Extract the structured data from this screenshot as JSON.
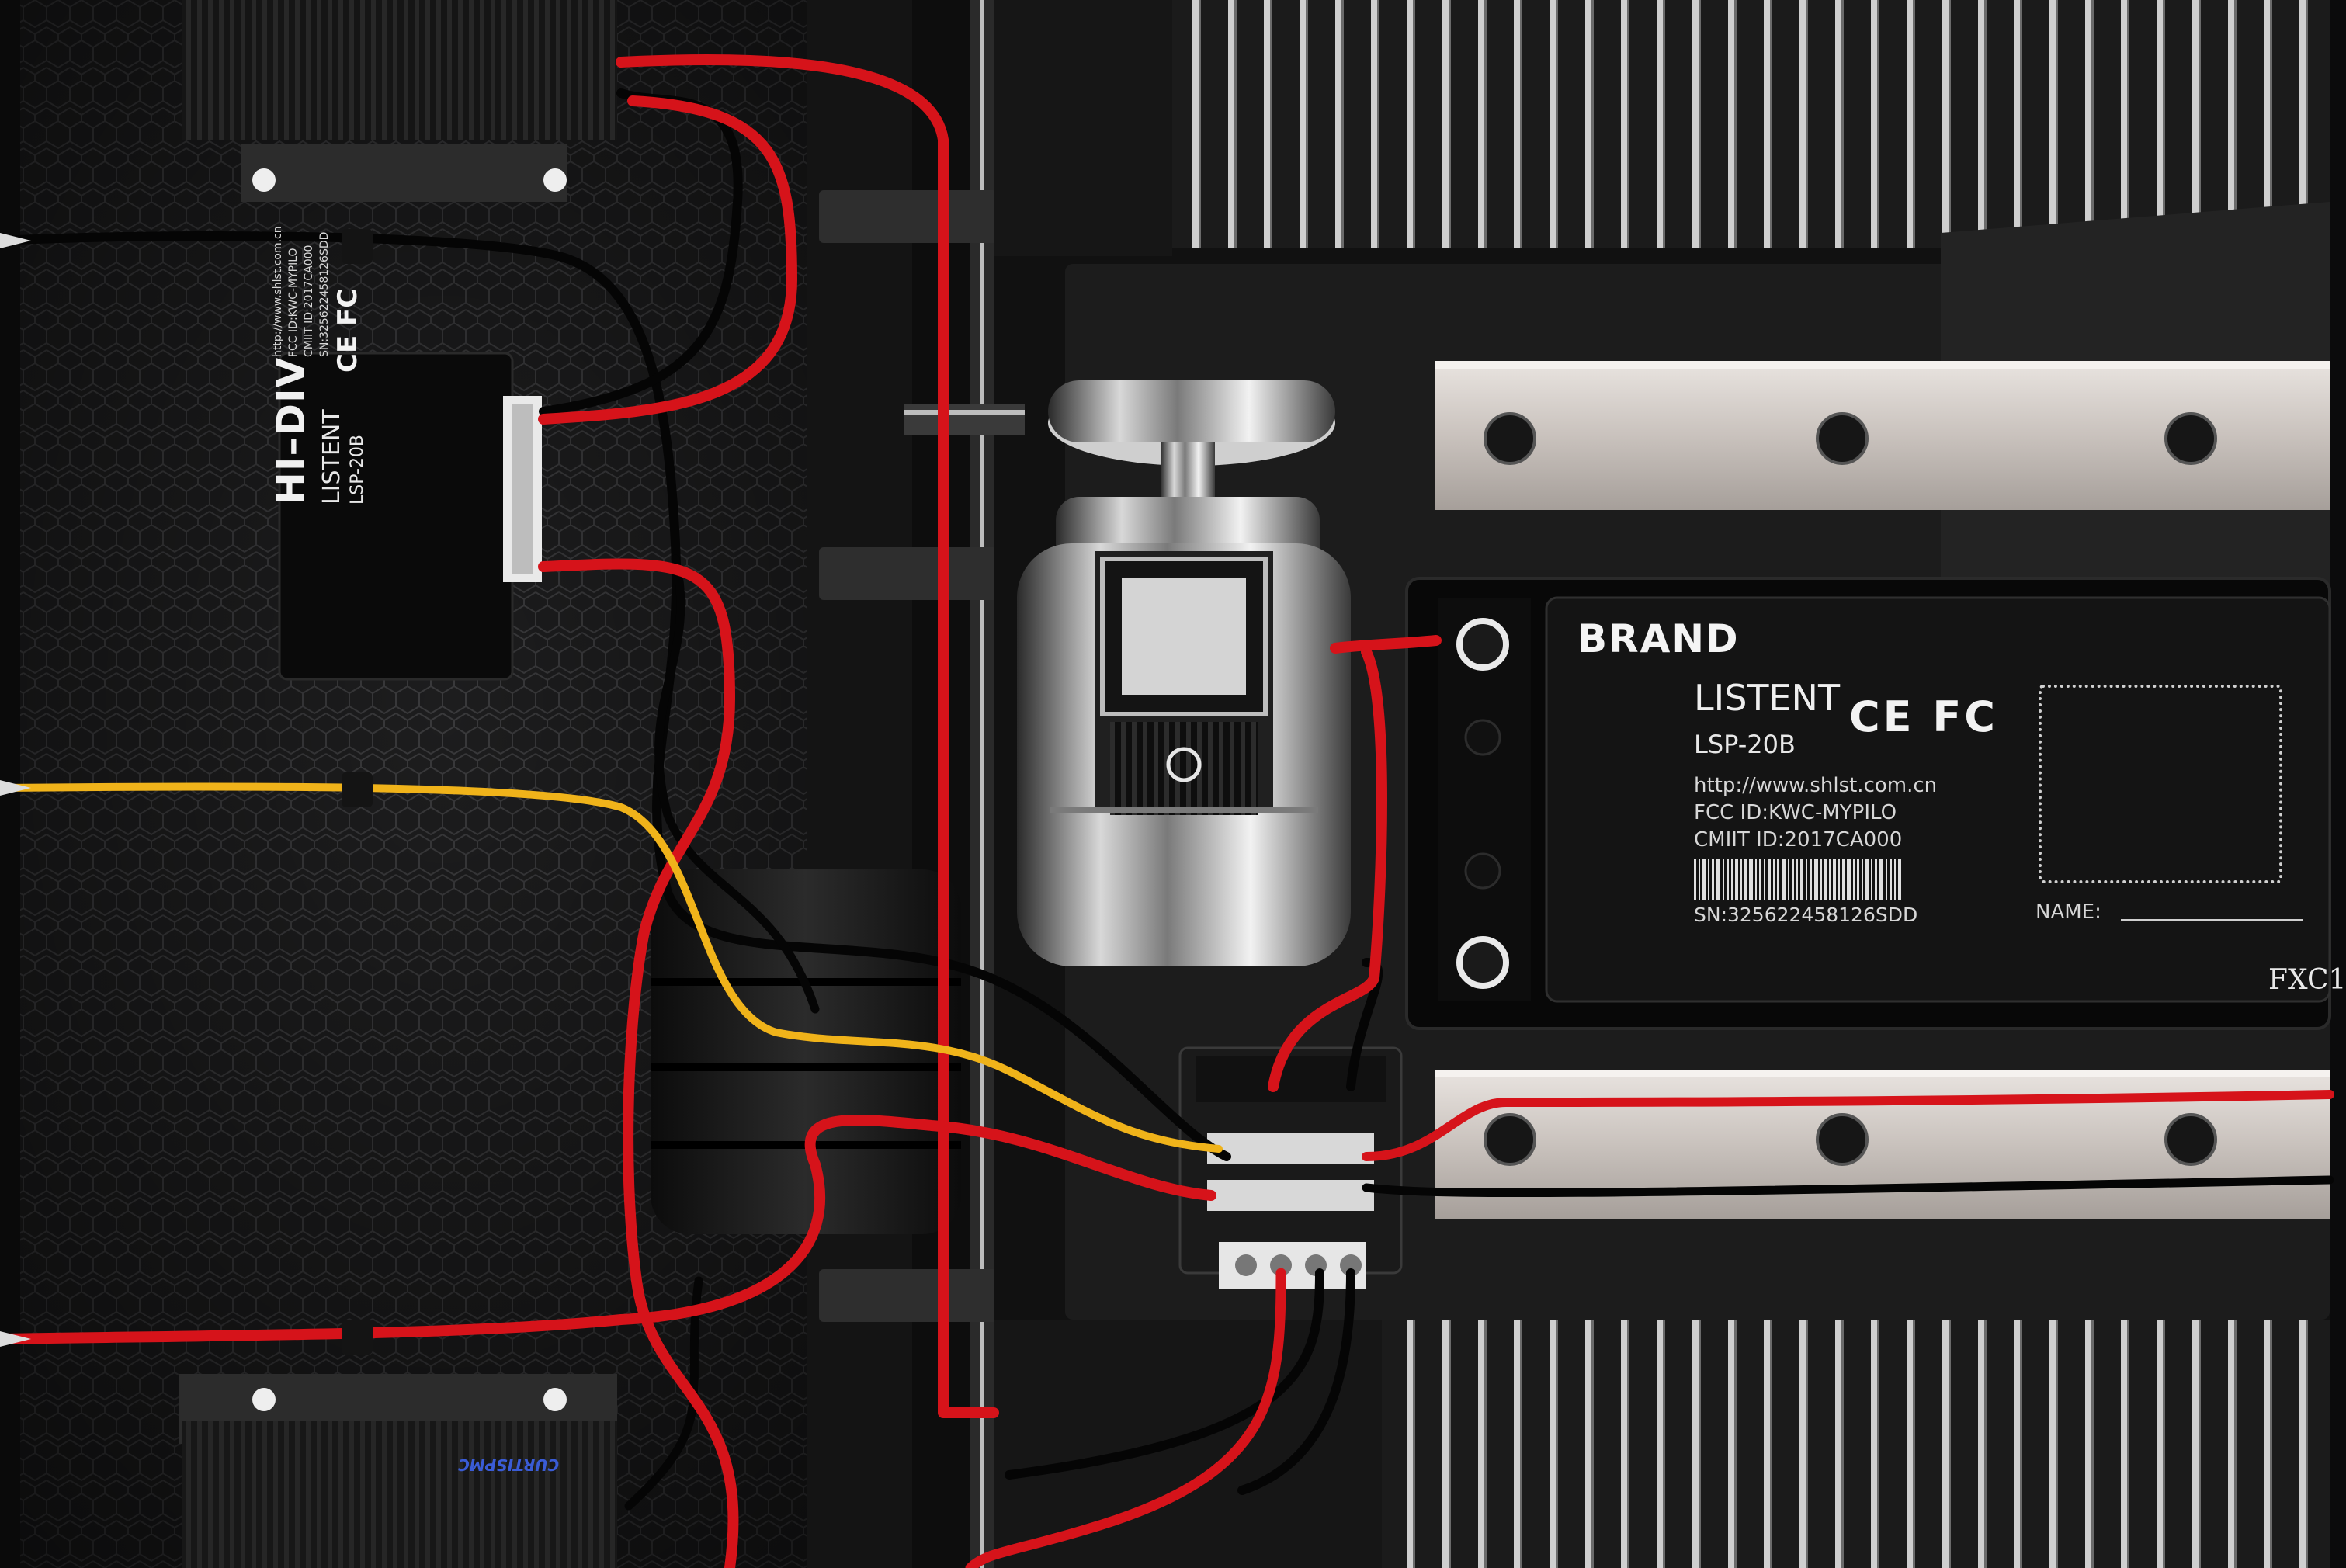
{
  "main_label": {
    "brand": "BRAND",
    "model": "LISTENT",
    "submodel": "LSP-20B",
    "certifications": "CE FC",
    "url": "http://www.shlst.com.cn",
    "fcc_id": "FCC ID:KWC-MYPILO",
    "cmiit_id": "CMIIT ID:2017CA000",
    "serial": "SN:325622458126SDD",
    "name_label": "NAME:",
    "code": "FXC1"
  },
  "module_label": {
    "brand": "HI–DIV",
    "model": "LISTENT",
    "submodel": "LSP-20B",
    "certifications": "CE FC",
    "url": "http://www.shlst.com.cn",
    "fcc_id": "FCC ID:KWC-MYPILO",
    "cmiit_id": "CMIIT ID:2017CA000",
    "serial": "SN:325622458126SDD"
  },
  "controller_label": "CURTISPMC",
  "colors": {
    "wire_red": "#d6131a",
    "wire_yellow": "#f0b31a",
    "wire_black": "#050505",
    "rail": "#cfc8c3",
    "panel": "#151515"
  }
}
